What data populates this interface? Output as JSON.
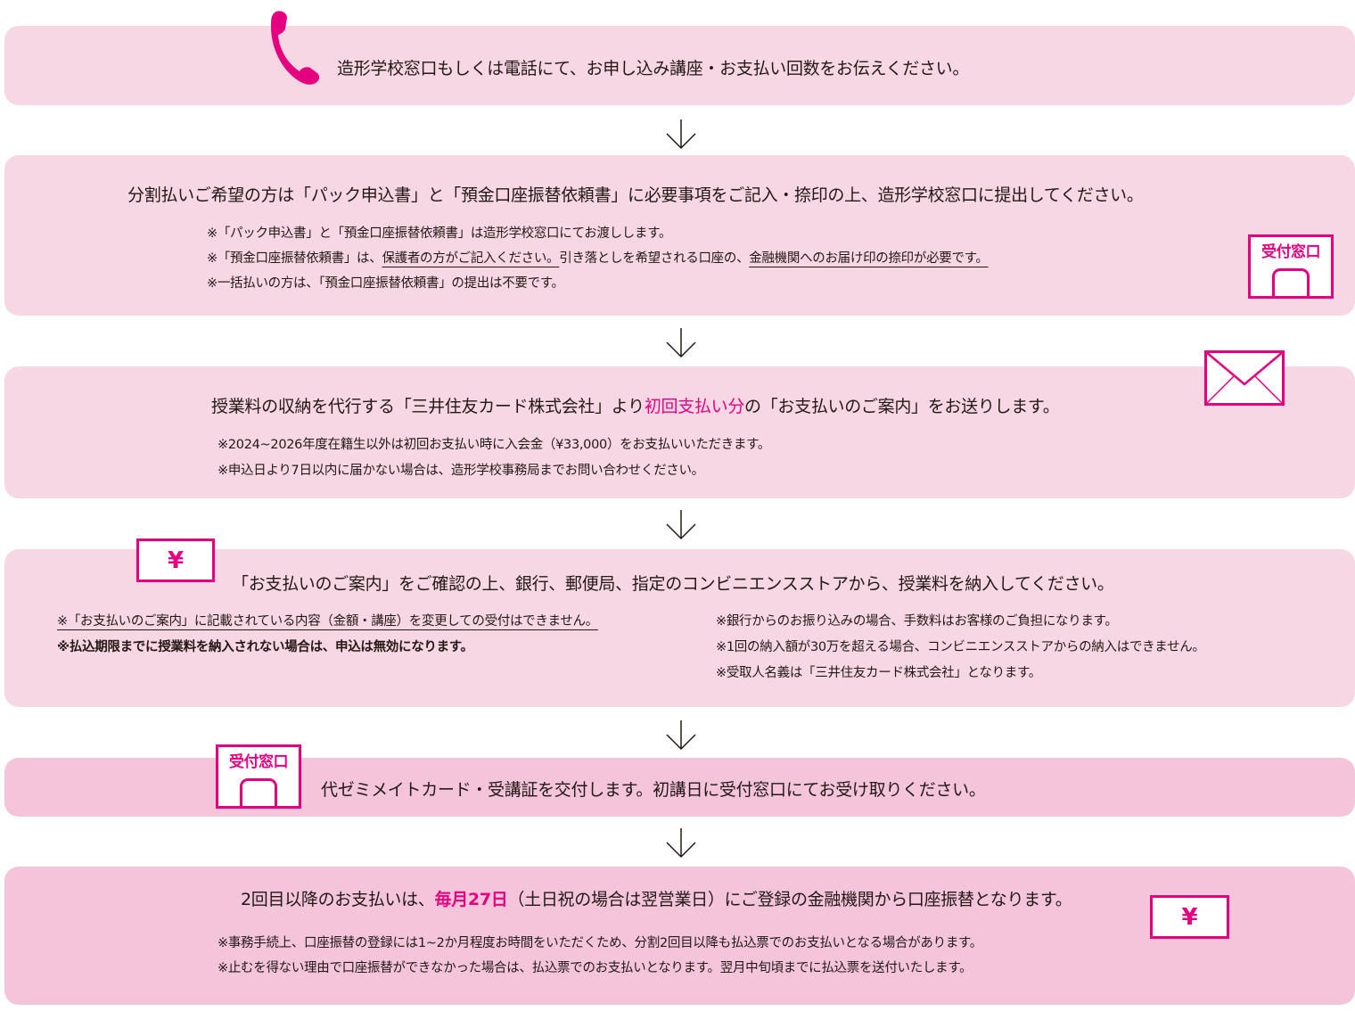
{
  "colors": {
    "accent": "#e4007f",
    "box_light": "#f7d7e4",
    "box_dark": "#f3c4da",
    "text": "#231815"
  },
  "steps": [
    {
      "icon": "phone-icon",
      "main": "造形学校窓口もしくは電話にて、お申し込み講座・お支払い回数をお伝えください。"
    },
    {
      "icon": "reception-counter-icon",
      "icon_label": "受付窓口",
      "main": "分割払いご希望の方は「パック申込書」と「預金口座振替依頼書」に必要事項をご記入・捺印の上、造形学校窓口に提出してください。",
      "notes": [
        {
          "text": "※「パック申込書」と「預金口座振替依頼書」は造形学校窓口にてお渡しします。"
        },
        {
          "prefix": "※「預金口座振替依頼書」は、",
          "underline1": "保護者の方がご記入ください。",
          "middle": "引き落としを希望される口座の、",
          "underline2": "金融機関へのお届け印の捺印が必要です。"
        },
        {
          "text": "※一括払いの方は、「預金口座振替依頼書」の提出は不要です。"
        }
      ]
    },
    {
      "icon": "envelope-icon",
      "main_before": "授業料の収納を代行する「三井住友カード株式会社」より",
      "main_highlight": "初回支払い分",
      "main_after": "の「お支払いのご案内」をお送りします。",
      "notes": [
        "※2024~2026年度在籍生以外は初回お支払い時に入会金（¥33,000）をお支払いいただきます。",
        "※申込日より7日以内に届かない場合は、造形学校事務局までお問い合わせください。"
      ]
    },
    {
      "icon": "yen-icon",
      "icon_label": "¥",
      "main": "「お支払いのご案内」をご確認の上、銀行、郵便局、指定のコンビニエンスストアから、授業料を納入してください。",
      "notes_left": [
        "※「お支払いのご案内」に記載されている内容（金額・講座）を変更しての受付はできません。",
        "※払込期限までに授業料を納入されない場合は、申込は無効になります。"
      ],
      "notes_right": [
        "※銀行からのお振り込みの場合、手数料はお客様のご負担になります。",
        "※1回の納入額が30万を超える場合、コンビニエンスストアからの納入はできません。",
        "※受取人名義は「三井住友カード株式会社」となります。"
      ]
    },
    {
      "icon": "reception-counter-icon",
      "icon_label": "受付窓口",
      "main": "代ゼミメイトカード・受講証を交付します。初講日に受付窓口にてお受け取りください。"
    },
    {
      "icon": "yen-icon",
      "icon_label": "¥",
      "main_before": "2回目以降のお支払いは、",
      "main_highlight": "毎月27日",
      "main_after": "（土日祝の場合は翌営業日）にご登録の金融機関から口座振替となります。",
      "notes": [
        "※事務手続上、口座振替の登録には1~2か月程度お時間をいただくため、分割2回目以降も払込票でのお支払いとなる場合があります。",
        "※止むを得ない理由で口座振替ができなかった場合は、払込票でのお支払いとなります。翌月中旬頃までに払込票を送付いたします。"
      ]
    }
  ]
}
